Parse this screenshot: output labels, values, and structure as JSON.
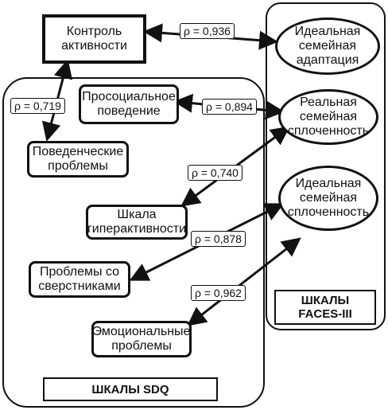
{
  "nodes": {
    "kontrol": "Контроль\nактивности",
    "ideal_adapt": "Идеальная\nсемейная\nадаптация",
    "prosocial": "Просоциальное\nповедение",
    "real_cohesion": "Реальная\nсемейная\nсплоченность",
    "behav_problems": "Поведенческие\nпроблемы",
    "ideal_cohesion": "Идеальная\nсемейная\nсплоченность",
    "hyperactivity": "Шкала\nгиперактивности",
    "peer_problems": "Проблемы со\nсверстниками",
    "emotional": "Эмоциональные\nпроблемы"
  },
  "coefficients": {
    "kontrol_adapt": "ρ = 0,936",
    "kontrol_behav": "ρ = 0,719",
    "prosocial_real": "ρ = 0,894",
    "hyper_real": "ρ = 0,740",
    "peer_ideal": "ρ = 0,878",
    "emot_ideal": "ρ = 0,962"
  },
  "groups": {
    "sdq": "ШКАЛЫ SDQ",
    "faces": "ШКАЛЫ\nFACES-III"
  }
}
